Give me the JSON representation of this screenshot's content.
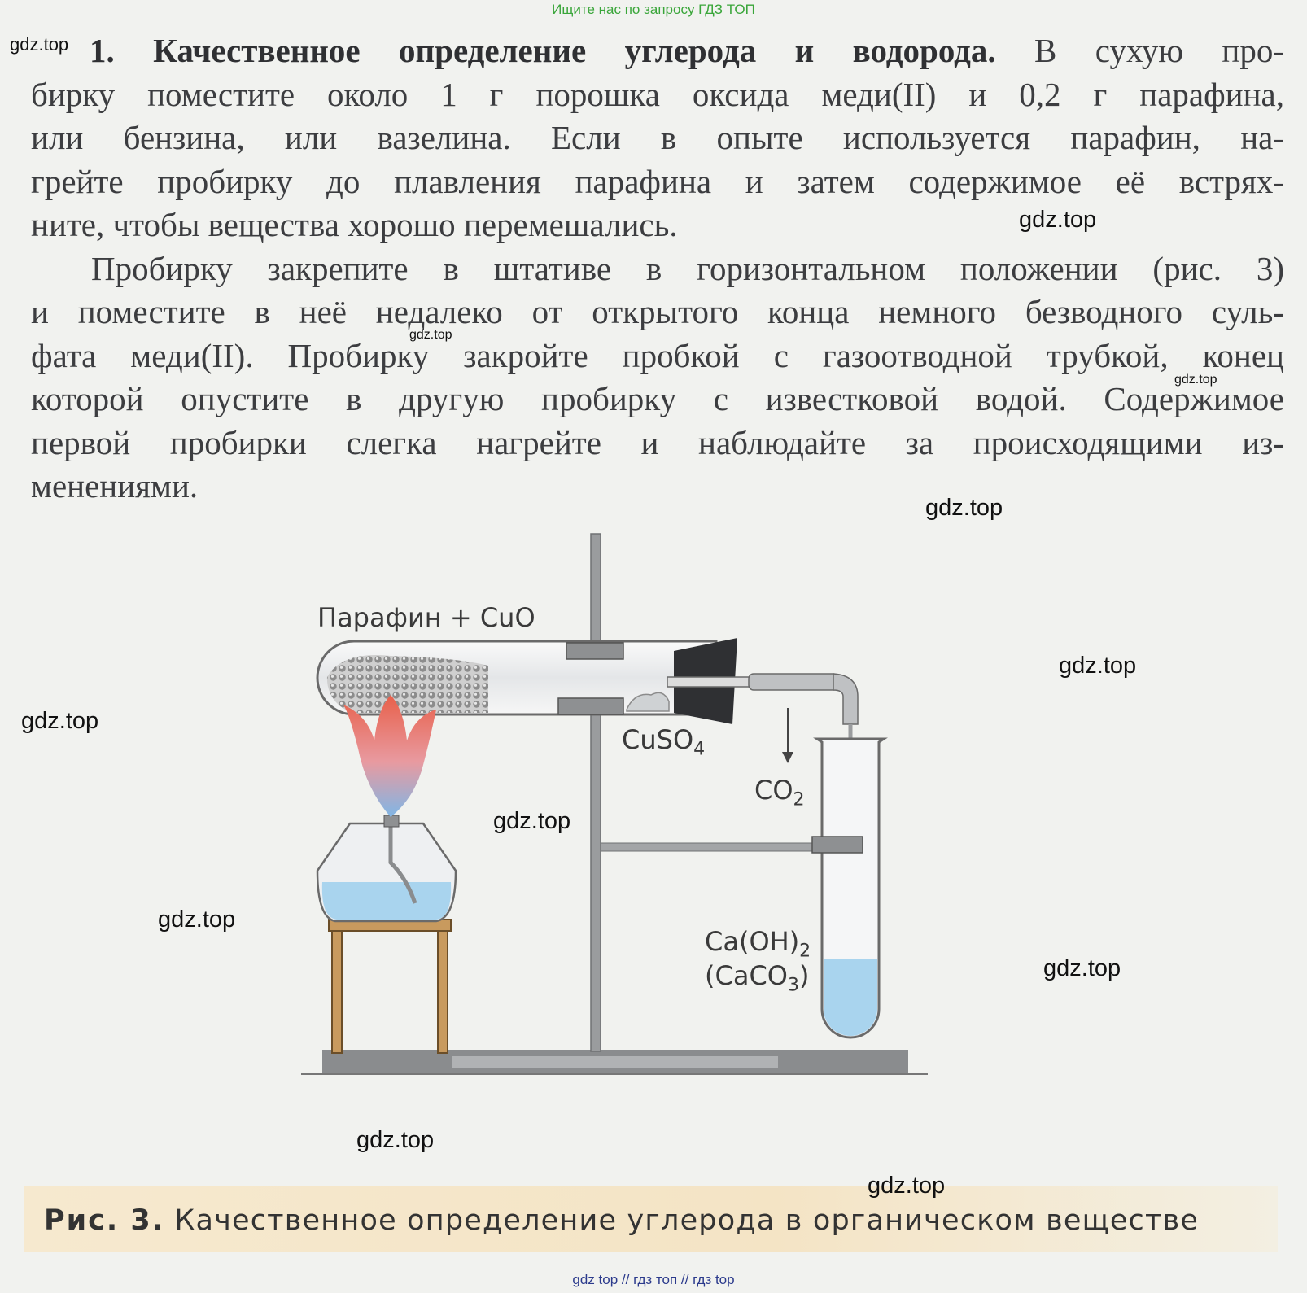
{
  "top_banner": "Ищите нас по запросу ГДЗ ТОП",
  "watermark_text": "gdz.top",
  "paragraph1": {
    "heading": "1. Качественное определение углерода и водорода.",
    "line1_rest": "В сухую про-",
    "line2": "бирку поместите около 1 г порошка оксида меди(II) и 0,2 г парафина,",
    "line3": "или бензина, или вазелина. Если в опыте используется парафин, на-",
    "line4": "грейте пробирку до плавления парафина и затем содержимое её встрях-",
    "line5": "ните, чтобы вещества хорошо перемешались."
  },
  "paragraph2": {
    "line1": "Пробирку закрепите в штативе в горизонтальном положении (рис. 3)",
    "line2": "и поместите в неё недалеко от открытого конца немного безводного суль-",
    "line3": "фата меди(II). Пробирку закройте пробкой с газоотводной трубкой, конец",
    "line4": "которой опустите в другую пробирку с известковой водой. Содержимое",
    "line5": "первой пробирки слегка нагрейте и наблюдайте за происходящими из-",
    "line6": "менениями."
  },
  "figure": {
    "label_paraffin": "Парафин + CuO",
    "label_cuso4": "CuSO",
    "label_cuso4_sub": "4",
    "label_co2": "CO",
    "label_co2_sub": "2",
    "label_caoh2": "Ca(OH)",
    "label_caoh2_sub": "2",
    "label_caco3_open": "(CaCO",
    "label_caco3_sub": "3",
    "label_caco3_close": ")"
  },
  "caption": {
    "prefix": "Рис. 3.",
    "text": "Качественное определение углерода в органическом веществе"
  },
  "footer": "gdz top // гдз топ // гдз top",
  "colors": {
    "banner": "#3aa63a",
    "footer": "#2b3a8c",
    "text": "#3c3d40",
    "flame_outer": "#e8604a",
    "flame_inner": "#7fb6e6",
    "liquid": "#a9d4ee",
    "stool": "#c89a5e"
  }
}
